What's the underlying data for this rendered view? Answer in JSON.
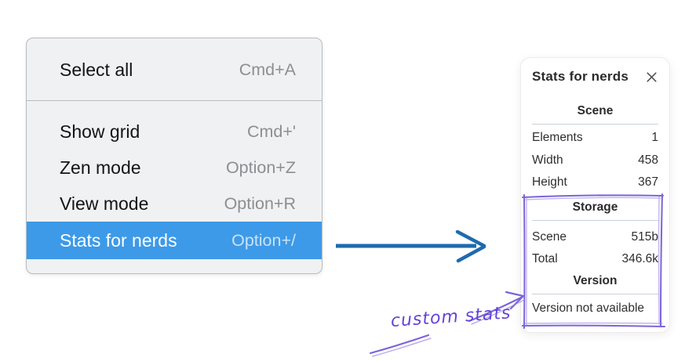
{
  "context_menu": {
    "items": [
      {
        "label": "Select all",
        "shortcut": "Cmd+A",
        "selected": false
      },
      {
        "label": "Show grid",
        "shortcut": "Cmd+'",
        "selected": false
      },
      {
        "label": "Zen mode",
        "shortcut": "Option+Z",
        "selected": false
      },
      {
        "label": "View mode",
        "shortcut": "Option+R",
        "selected": false
      },
      {
        "label": "Stats for nerds",
        "shortcut": "Option+/",
        "selected": true
      }
    ],
    "highlight_color": "#3d9ae8"
  },
  "stats_panel": {
    "title": "Stats for nerds",
    "icons": {
      "close": "×"
    },
    "sections": [
      {
        "title": "Scene",
        "rows": [
          {
            "label": "Elements",
            "value": "1"
          },
          {
            "label": "Width",
            "value": "458"
          },
          {
            "label": "Height",
            "value": "367"
          }
        ]
      },
      {
        "title": "Storage",
        "rows": [
          {
            "label": "Scene",
            "value": "515b"
          },
          {
            "label": "Total",
            "value": "346.6k"
          }
        ]
      },
      {
        "title": "Version",
        "note": "Version not available",
        "rows": []
      }
    ]
  },
  "annotation": {
    "label": "custom stats",
    "color": "#6444d8"
  },
  "colors": {
    "menu_background": "#f0f1f2",
    "menu_border": "#b6bdc4",
    "menu_highlight": "#3d9ae8",
    "arrow_blue": "#1e6bae",
    "annotation_purple": "#7c63da",
    "separator": "#c9d1da"
  }
}
